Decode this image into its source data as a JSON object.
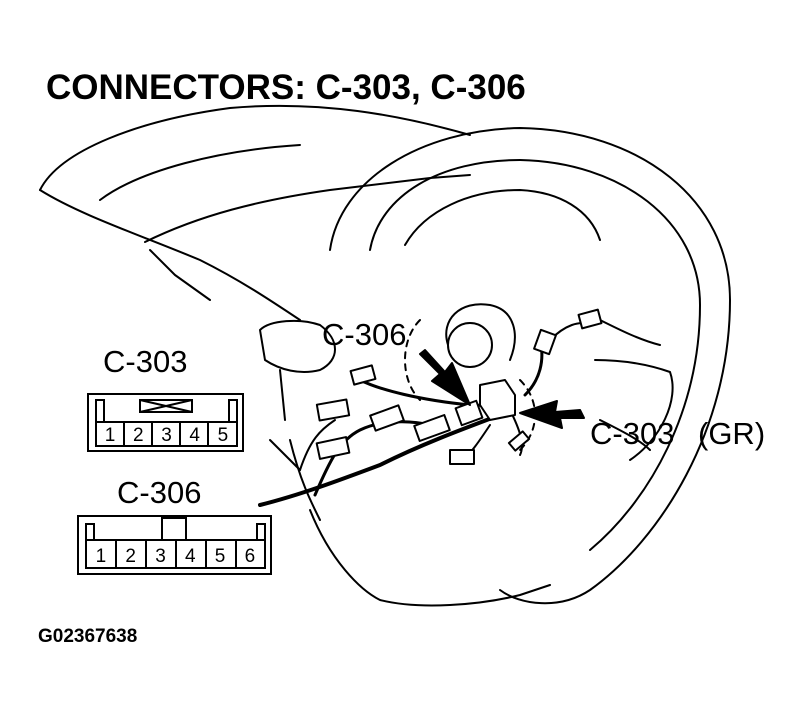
{
  "title": "CONNECTORS: C-303, C-306",
  "figure_id": "G02367638",
  "callouts": {
    "c306_arrow": "C-306",
    "c303_arrow": "C-303",
    "c303_color": "(GR)"
  },
  "connectors": [
    {
      "name": "C-303",
      "pins": [
        "1",
        "2",
        "3",
        "4",
        "5"
      ]
    },
    {
      "name": "C-306",
      "pins": [
        "1",
        "2",
        "3",
        "4",
        "5",
        "6"
      ]
    }
  ]
}
